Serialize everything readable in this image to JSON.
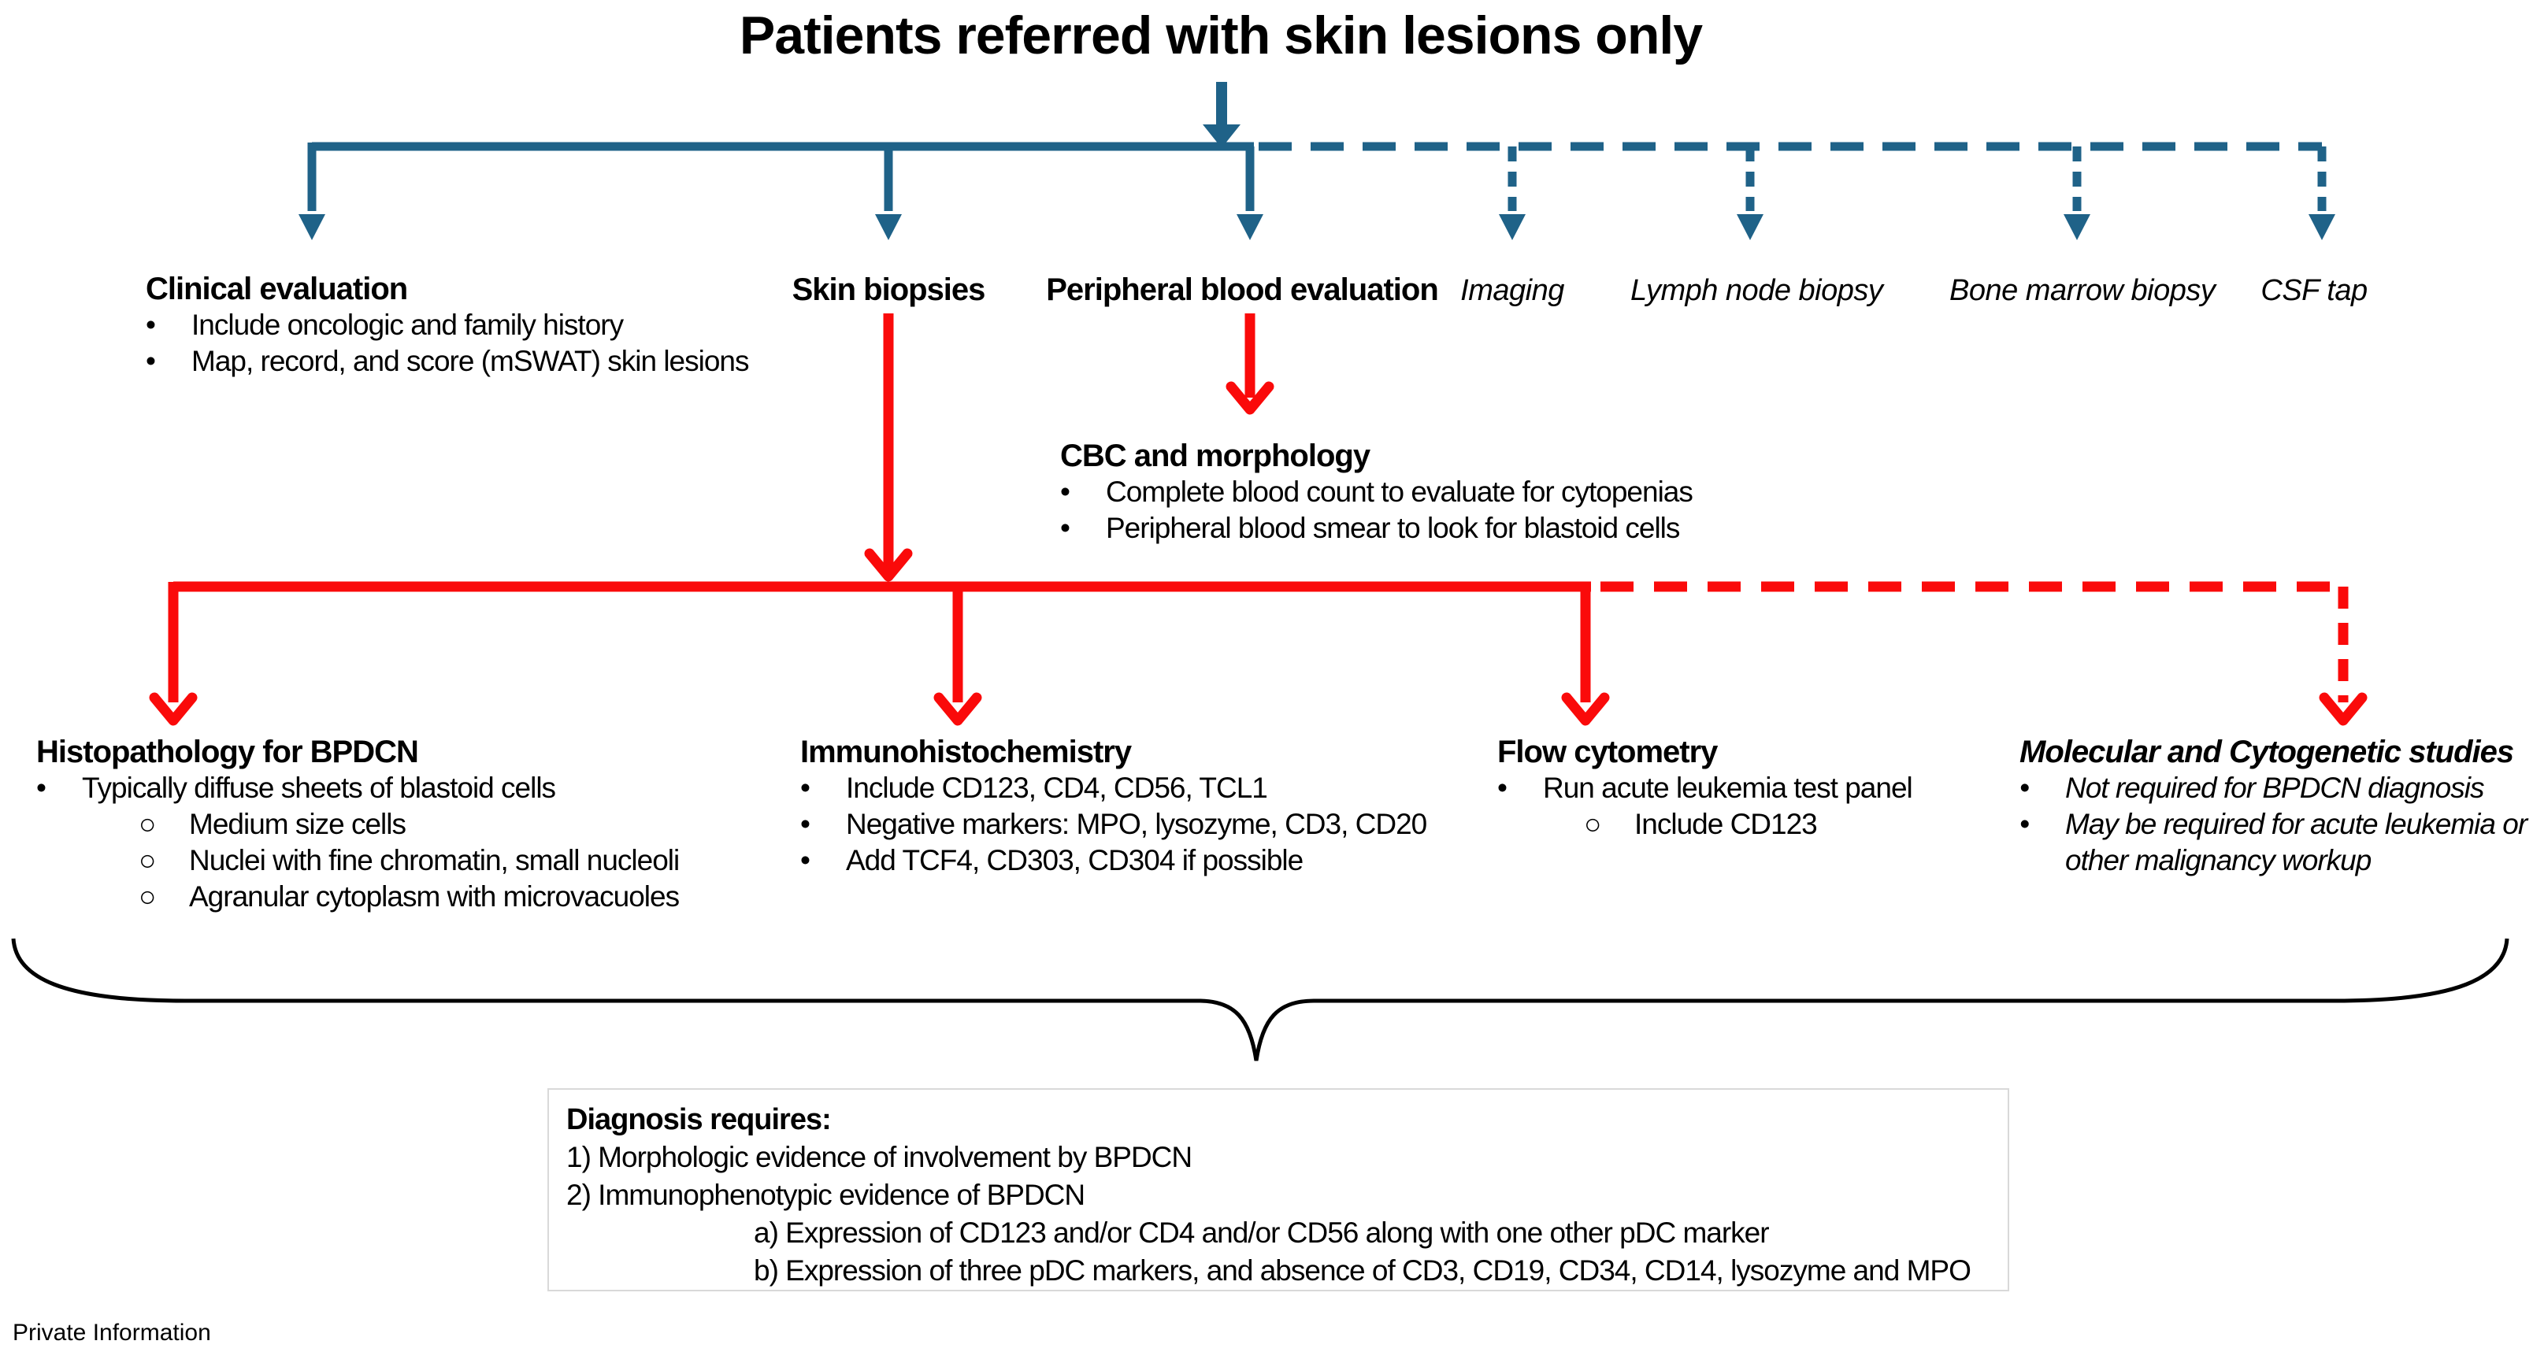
{
  "title": "Patients referred with skin lesions only",
  "footer": "Private Information",
  "glyphs": {
    "bullet": "•",
    "circle": "○"
  },
  "colors": {
    "blue": "#1F6288",
    "red": "#FA0A0A",
    "box_border": "#D9D9D9",
    "brace": "#000000"
  },
  "clinical": {
    "heading": "Clinical evaluation",
    "bullets": [
      "Include oncologic and family history",
      "Map, record, and score (mSWAT) skin lesions"
    ]
  },
  "skin": {
    "label": "Skin biopsies"
  },
  "peripheral": {
    "label": "Peripheral blood evaluation"
  },
  "optional": {
    "imaging": "Imaging",
    "lymph": "Lymph node biopsy",
    "bone": "Bone marrow biopsy",
    "csf": "CSF tap"
  },
  "cbc": {
    "heading": "CBC and morphology",
    "bullets": [
      "Complete blood count to evaluate for cytopenias",
      "Peripheral blood smear to look for blastoid cells"
    ]
  },
  "histopathology": {
    "heading": "Histopathology for BPDCN",
    "bullet": "Typically diffuse sheets of blastoid cells",
    "sub_bullets": [
      "Medium size cells",
      "Nuclei with fine chromatin, small nucleoli",
      "Agranular cytoplasm  with microvacuoles"
    ]
  },
  "ihc": {
    "heading": "Immunohistochemistry",
    "bullets": [
      "Include CD123, CD4, CD56, TCL1",
      "Negative markers: MPO, lysozyme, CD3, CD20",
      "Add TCF4, CD303, CD304 if possible"
    ]
  },
  "flow": {
    "heading": "Flow cytometry",
    "bullet": "Run acute leukemia test panel",
    "sub_bullets": [
      "Include CD123"
    ]
  },
  "molecular": {
    "heading": "Molecular and Cytogenetic studies",
    "bullets": [
      "Not required for BPDCN diagnosis",
      "May be required for acute leukemia or other malignancy workup"
    ]
  },
  "diagnosis": {
    "heading": "Diagnosis requires:",
    "lines": [
      "1) Morphologic evidence of involvement by BPDCN",
      "2) Immunophenotypic evidence of BPDCN"
    ],
    "sub_lines": [
      "a) Expression of CD123 and/or CD4 and/or CD56 along with one other pDC marker",
      "b) Expression of three pDC markers, and absence of CD3, CD19, CD34, CD14, lysozyme and MPO"
    ]
  }
}
